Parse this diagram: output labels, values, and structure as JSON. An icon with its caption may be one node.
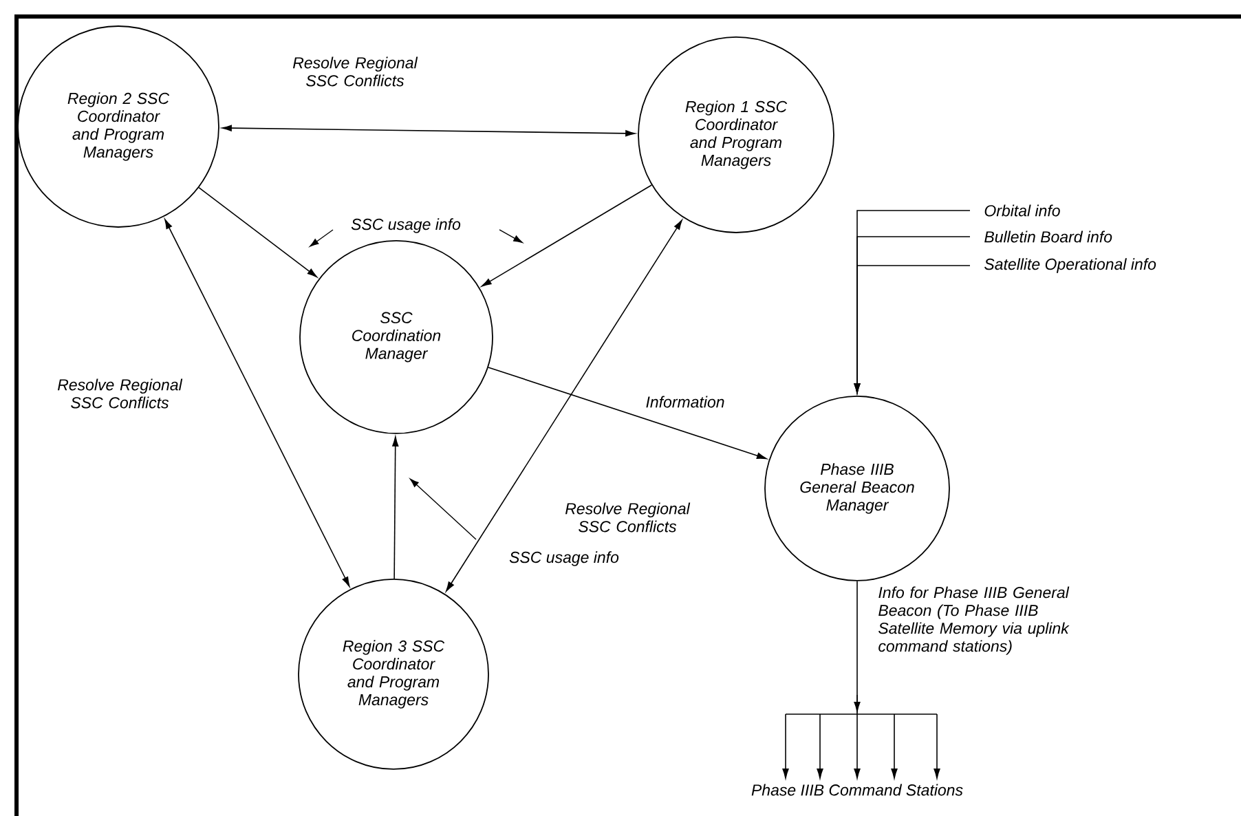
{
  "diagram": {
    "nodes": [
      {
        "text": [
          "Region 2 SSC Coordinator and Program Managers"
        ]
      },
      {
        "text": [
          "Region 1 SSC Coordinator and Program Managers"
        ]
      },
      {
        "text": [
          "SSC Coordination Manager"
        ]
      },
      {
        "text": [
          "Phase IIIB General Beacon Manager"
        ]
      },
      {
        "text": [
          "Region 3 SSC Coordinator and Program Managers"
        ]
      },
      {
        "text": [
          "Phase IIIB Command Stations"
        ]
      },
      {
        "text": [
          "Orbital info"
        ]
      },
      {
        "text": [
          "Bulletin Board info"
        ]
      },
      {
        "text": [
          "Satellite Operational info"
        ]
      }
    ],
    "edges": [
      {
        "from": 0,
        "to": 1,
        "arrow": "both",
        "label": "Resolve Regional SSC Conflicts"
      },
      {
        "from": 0,
        "to": 2,
        "arrow": "to"
      },
      {
        "from": 1,
        "to": 2,
        "arrow": "to"
      },
      {
        "from": 2,
        "to": 3,
        "arrow": "to",
        "label": "Information"
      },
      {
        "from": 0,
        "to": 4,
        "arrow": "both",
        "label": "Resolve Regional SSC Conflicts"
      },
      {
        "from": 1,
        "to": 4,
        "arrow": "both",
        "label": "Resolve Regional SSC Conflicts"
      },
      {
        "from": 4,
        "to": 2,
        "arrow": "to"
      },
      {
        "from": 3,
        "to": 5,
        "arrow": "to",
        "label": "Info for Phase IIIB General Beacon (To Phase IIIB Satellite Memory via uplink command stations)"
      },
      {
        "from": 6,
        "to": 3,
        "arrow": "to"
      },
      {
        "from": 7,
        "to": 3,
        "arrow": "to"
      },
      {
        "from": 8,
        "to": 3,
        "arrow": "to"
      }
    ],
    "labels": [
      "SSC usage info",
      "SSC usage info"
    ]
  }
}
